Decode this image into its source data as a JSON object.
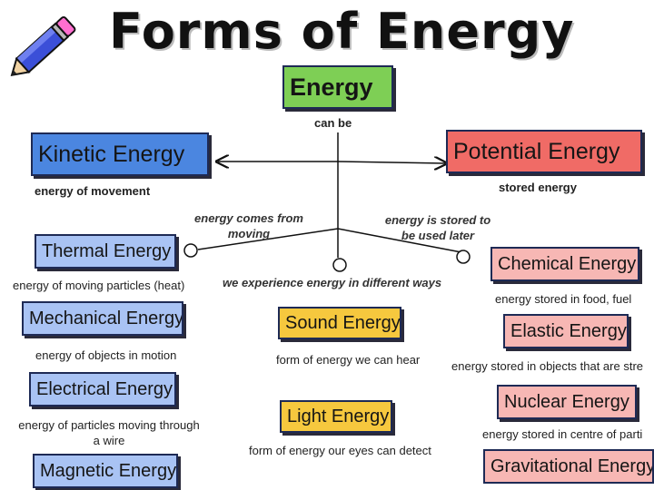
{
  "title": "Forms of Energy",
  "root": {
    "label": "Energy",
    "connector": "can be"
  },
  "kinetic": {
    "label": "Kinetic Energy",
    "description": "energy of movement"
  },
  "potential": {
    "label": "Potential Energy",
    "description": "stored energy"
  },
  "links": {
    "comes_from_line1": "energy comes from",
    "comes_from_line2": "moving",
    "stored_line1": "energy is stored to",
    "stored_line2": "be used later",
    "experience": "we experience energy in different ways"
  },
  "kinetic_forms": [
    {
      "label": "Thermal Energy",
      "description": "energy of moving particles (heat)"
    },
    {
      "label": "Mechanical Energy",
      "description": "energy of objects in motion"
    },
    {
      "label": "Electrical Energy",
      "description_line1": "energy of particles moving through",
      "description_line2": "a wire"
    },
    {
      "label": "Magnetic Energy"
    }
  ],
  "experience_forms": [
    {
      "label": "Sound Energy",
      "description": "form of energy we can hear"
    },
    {
      "label": "Light Energy",
      "description": "form of energy our eyes can detect"
    }
  ],
  "potential_forms": [
    {
      "label": "Chemical Energy",
      "description": "energy stored in food, fuel"
    },
    {
      "label": "Elastic Energy",
      "description": "energy stored in objects that are stre"
    },
    {
      "label": "Nuclear Energy",
      "description": "energy stored in centre of parti"
    },
    {
      "label": "Gravitational Energy"
    }
  ],
  "colors": {
    "root": "#7ecf55",
    "kinetic": "#4b86e0",
    "kinetic_forms": "#a9c3f4",
    "potential": "#f06b66",
    "potential_forms": "#f7b7b4",
    "experience_forms": "#f6c83e"
  },
  "icons": {
    "decoration": "pencil-icon"
  }
}
